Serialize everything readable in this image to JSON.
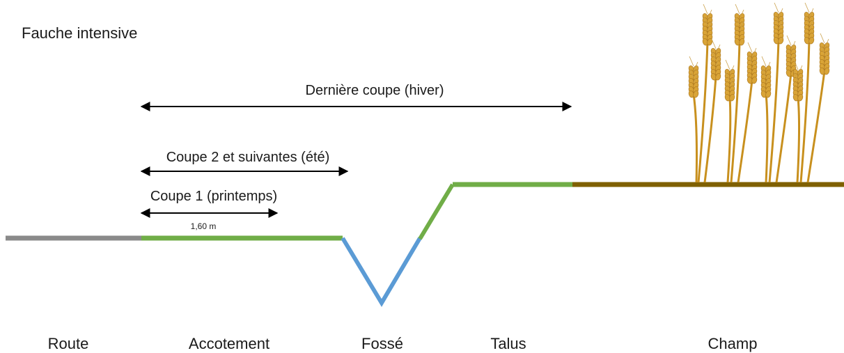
{
  "title": "Fauche intensive",
  "cuts": {
    "last": "Dernière coupe (hiver)",
    "second": "Coupe 2 et suivantes (été)",
    "first": "Coupe 1 (printemps)",
    "first_width": "1,60 m"
  },
  "zones": {
    "route": "Route",
    "accotement": "Accotement",
    "fosse": "Fossé",
    "talus": "Talus",
    "champ": "Champ"
  },
  "colors": {
    "route": "#8a8a8a",
    "grass": "#70ad47",
    "ditch": "#5b9bd5",
    "field": "#7f6000",
    "wheat_stem": "#c8901e",
    "wheat_ear": "#d9a437",
    "arrow": "#000000"
  }
}
